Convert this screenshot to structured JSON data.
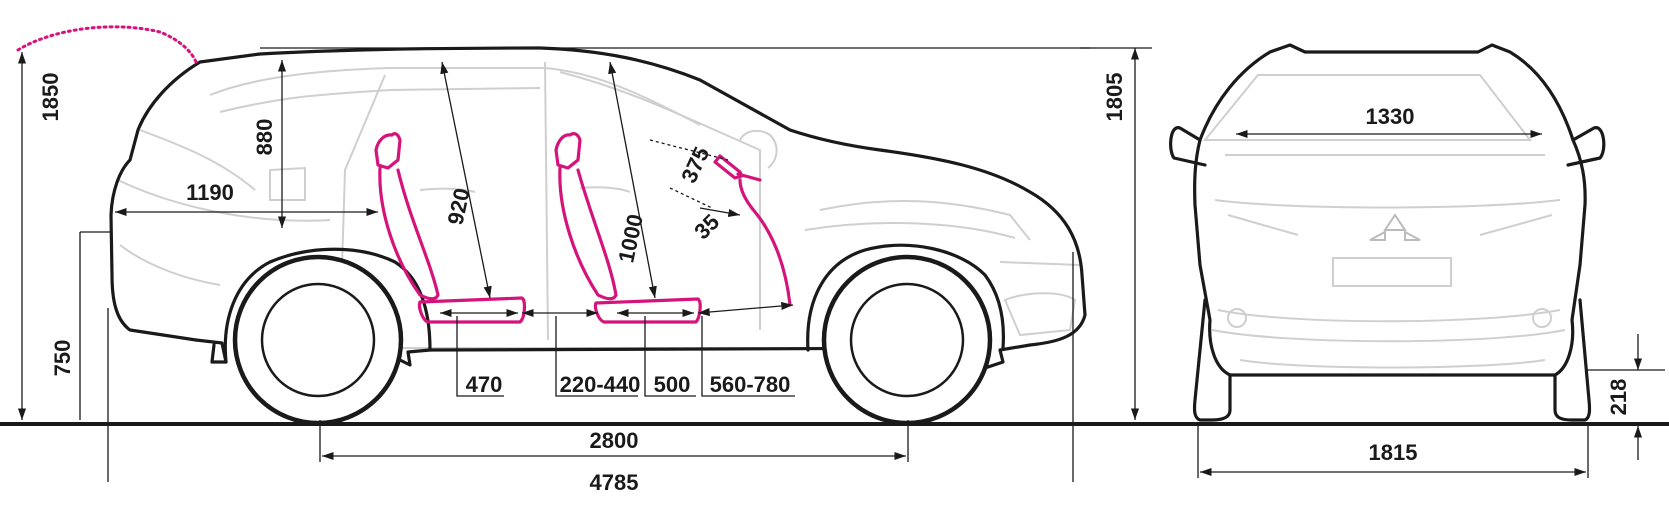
{
  "accent_color": "#d4147a",
  "line_color": "#1a1a1a",
  "dimensions": {
    "overall_height_roof": "1850",
    "rear_head_clearance": "880",
    "rear_overhang": "1190",
    "front_seat_height": "920",
    "rear_seat_height": "1000",
    "steering_wheel": "375",
    "steering_angle": "35",
    "overall_height": "1805",
    "rear_width": "1330",
    "rear_seat_cushion": "470",
    "legroom_gap_1": "220-440",
    "front_seat_cushion": "500",
    "legroom_gap_2": "560-780",
    "load_height": "750",
    "wheelbase": "2800",
    "overall_length": "4785",
    "track_width": "1815",
    "ground_clearance": "218"
  }
}
